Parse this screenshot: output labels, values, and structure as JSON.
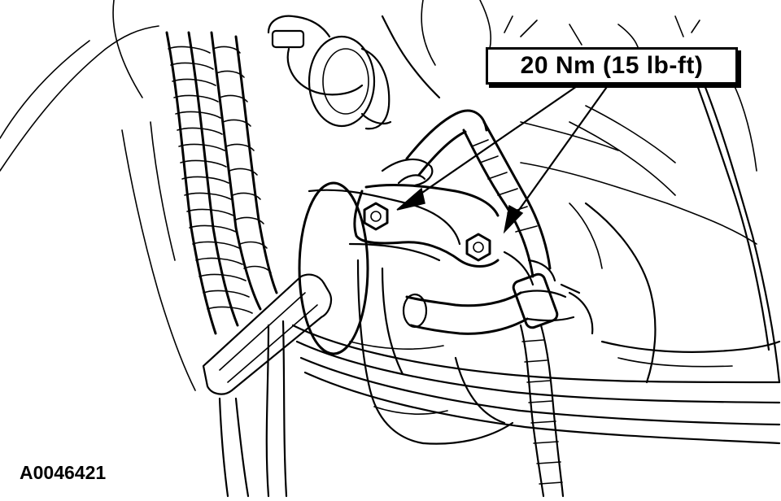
{
  "callout": {
    "torque_label": "20 Nm (15 lb-ft)"
  },
  "figure": {
    "id": "A0046421"
  },
  "colors": {
    "ink": "#000000",
    "paper": "#ffffff"
  },
  "parts": {
    "nut_count": 2,
    "icon_names": [
      "bracket-nut-icon",
      "torque-arrow-icon",
      "hose-clamp-icon",
      "pump-pulley-icon"
    ]
  }
}
